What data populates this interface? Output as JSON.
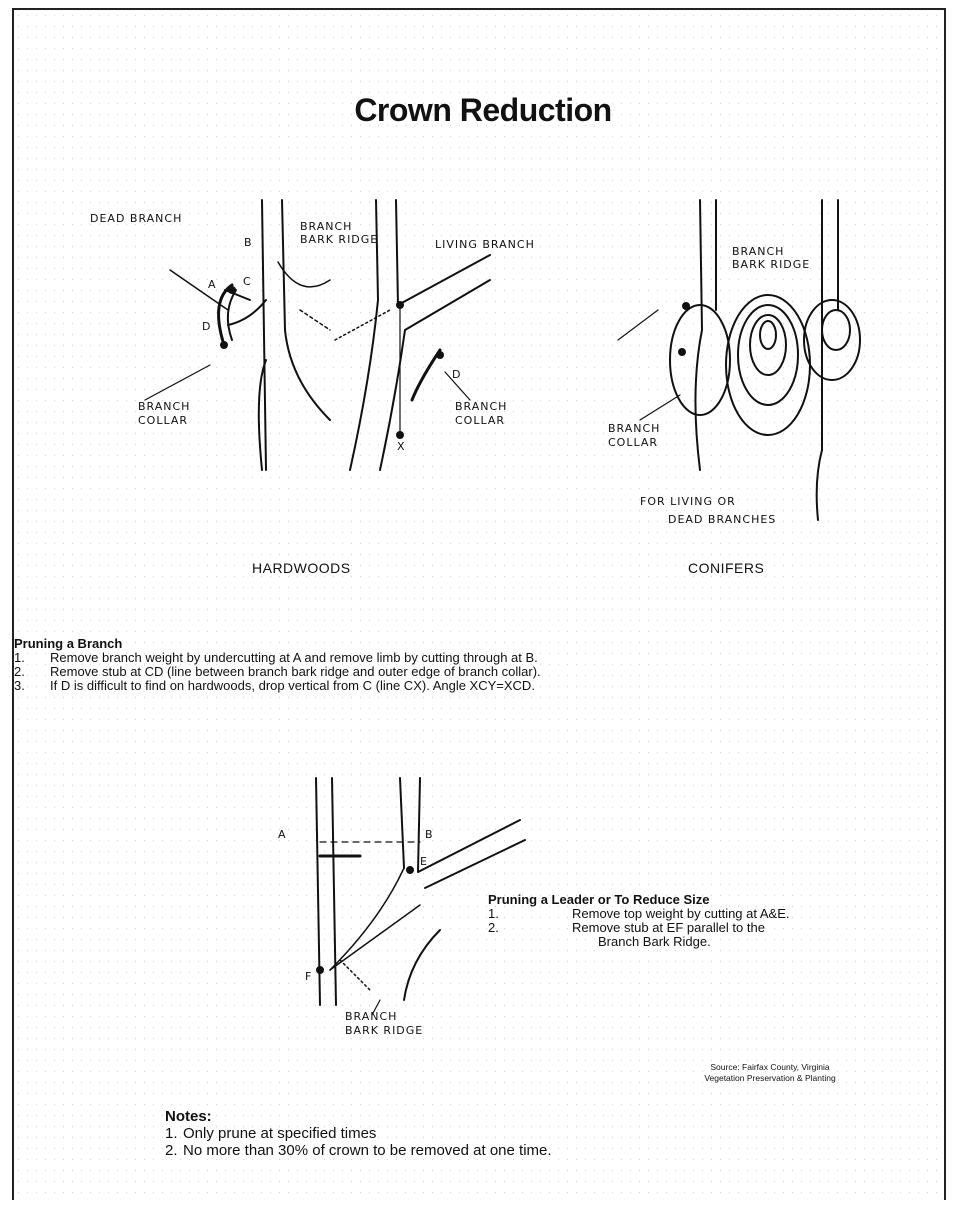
{
  "title": "Crown Reduction",
  "labels": {
    "dead_branch": "DEAD BRANCH",
    "branch_bark_ridge": "BRANCH BARK RIDGE",
    "living_branch": "LIVING BRANCH",
    "branch_collar": "BRANCH COLLAR",
    "for_living": "FOR LIVING OR",
    "dead_branches": "DEAD BRANCHES",
    "hardwoods": "HARDWOODS",
    "conifers": "CONIFERS",
    "branch_bark_ridge_2": "BRANCH BARK RIDGE"
  },
  "points": {
    "a": "A",
    "b": "B",
    "c": "C",
    "d": "D",
    "x": "X",
    "e": "E",
    "f": "F"
  },
  "pruning_branch": {
    "heading": "Pruning a Branch",
    "steps": [
      {
        "n": "1.",
        "text": "Remove branch weight by undercutting at A and remove limb by cutting through at B."
      },
      {
        "n": "2.",
        "text": "Remove stub at CD (line between branch bark ridge and outer edge of branch collar)."
      },
      {
        "n": "3.",
        "text": "If D is difficult to find on hardwoods, drop vertical from C (line CX). Angle XCY=XCD."
      }
    ]
  },
  "pruning_leader": {
    "heading": "Pruning a Leader or To Reduce Size",
    "steps": [
      {
        "n": "1.",
        "text": "Remove top weight by cutting at A&E."
      },
      {
        "n": "2.",
        "text": "Remove stub at EF parallel to the"
      }
    ],
    "cont": "Branch Bark Ridge."
  },
  "source": {
    "line1": "Source: Fairfax County, Virginia",
    "line2": "Vegetation Preservation & Planting"
  },
  "notes": {
    "heading": "Notes:",
    "items": [
      {
        "n": "1.",
        "text": "Only prune at specified times"
      },
      {
        "n": "2.",
        "text": "No more than 30% of crown to be removed at one time."
      }
    ]
  }
}
